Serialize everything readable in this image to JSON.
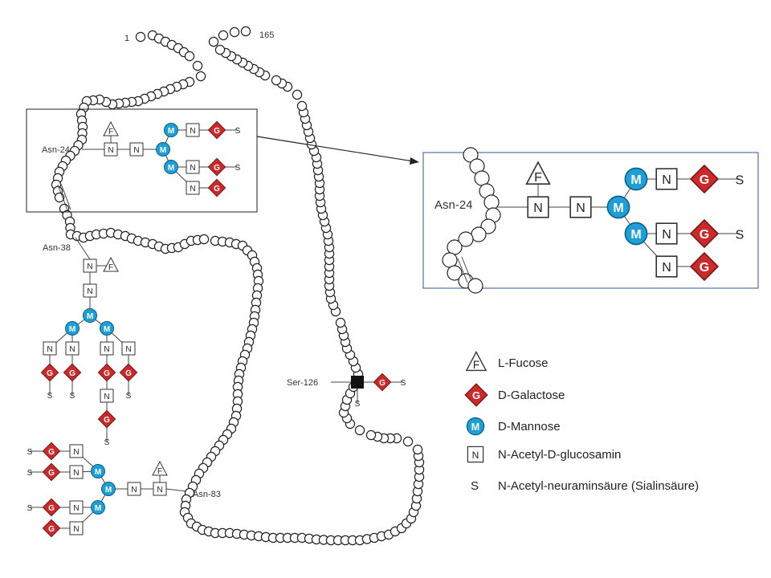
{
  "chain": {
    "start_label": "1",
    "end_label": "165"
  },
  "sites": {
    "asn24": "Asn-24",
    "asn38": "Asn-38",
    "asn83": "Asn-83",
    "ser126": "Ser-126"
  },
  "glycan_symbols": {
    "fucose": "F",
    "galactose": "G",
    "mannose": "M",
    "glcnac": "N",
    "sialic": "S"
  },
  "legend": [
    {
      "symbol": "fucose",
      "glyph": "F",
      "label": "L-Fucose"
    },
    {
      "symbol": "galactose",
      "glyph": "G",
      "label": "D-Galactose"
    },
    {
      "symbol": "mannose",
      "glyph": "M",
      "label": "D-Mannose"
    },
    {
      "symbol": "glcnac",
      "glyph": "N",
      "label": "N-Acetyl-D-glucosamin"
    },
    {
      "symbol": "sialic",
      "glyph": "S",
      "label": "N-Acetyl-neuraminsäure (Sialinsäure)"
    }
  ],
  "colors": {
    "galactose": "#cc2a2a",
    "mannose": "#1e9fd6",
    "zoom_frame": "#3a4fa0",
    "o_glycan_core": "#111111"
  }
}
